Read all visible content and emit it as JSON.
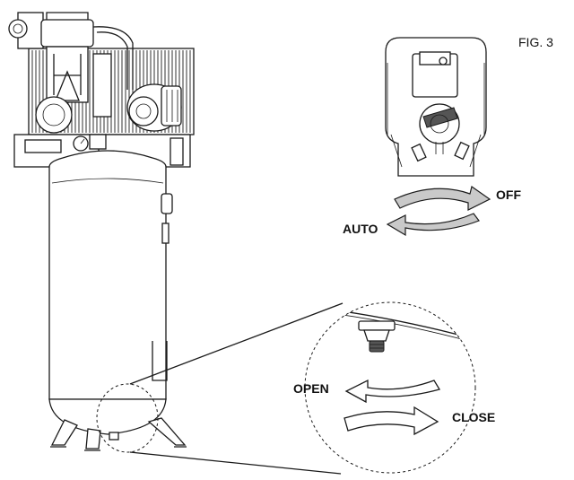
{
  "figure": {
    "number": "FIG. 3",
    "switch_labels": {
      "off": "OFF",
      "auto": "AUTO"
    },
    "valve_labels": {
      "open": "OPEN",
      "close": "CLOSE"
    }
  }
}
